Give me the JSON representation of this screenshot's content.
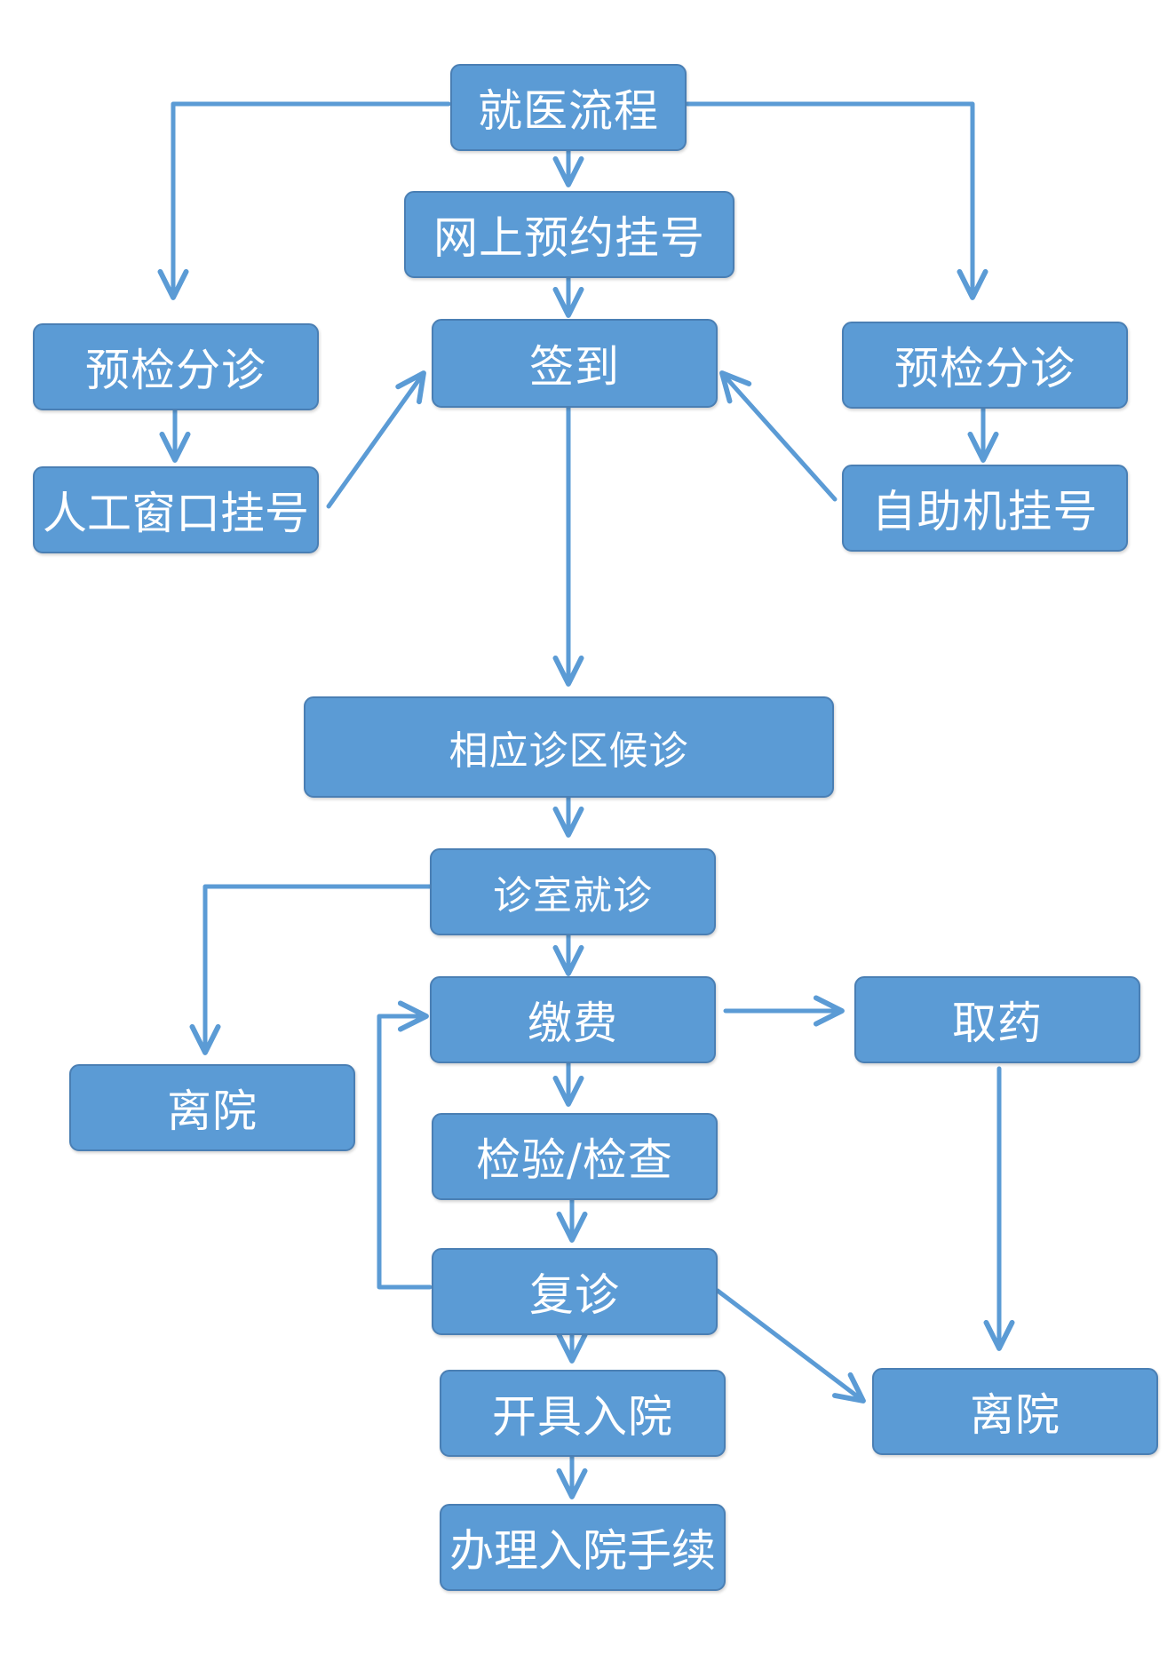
{
  "nodes": {
    "start": "就医流程",
    "online_booking": "网上预约挂号",
    "triage_left": "预检分诊",
    "triage_right": "预检分诊",
    "checkin": "签到",
    "manual_window_registration": "人工窗口挂号",
    "self_service_registration": "自助机挂号",
    "waiting_area": "相应诊区候诊",
    "consultation": "诊室就诊",
    "payment": "缴费",
    "pickup_medicine": "取药",
    "discharge_left": "离院",
    "lab_exam": "检验/检查",
    "follow_up": "复诊",
    "issue_admission": "开具入院",
    "discharge_right": "离院",
    "admission_procedures": "办理入院手续"
  },
  "colors": {
    "node_fill": "#5b9bd5",
    "node_border": "#4a7fb4",
    "node_text": "#ffffff",
    "arrow": "#5b9bd5"
  }
}
